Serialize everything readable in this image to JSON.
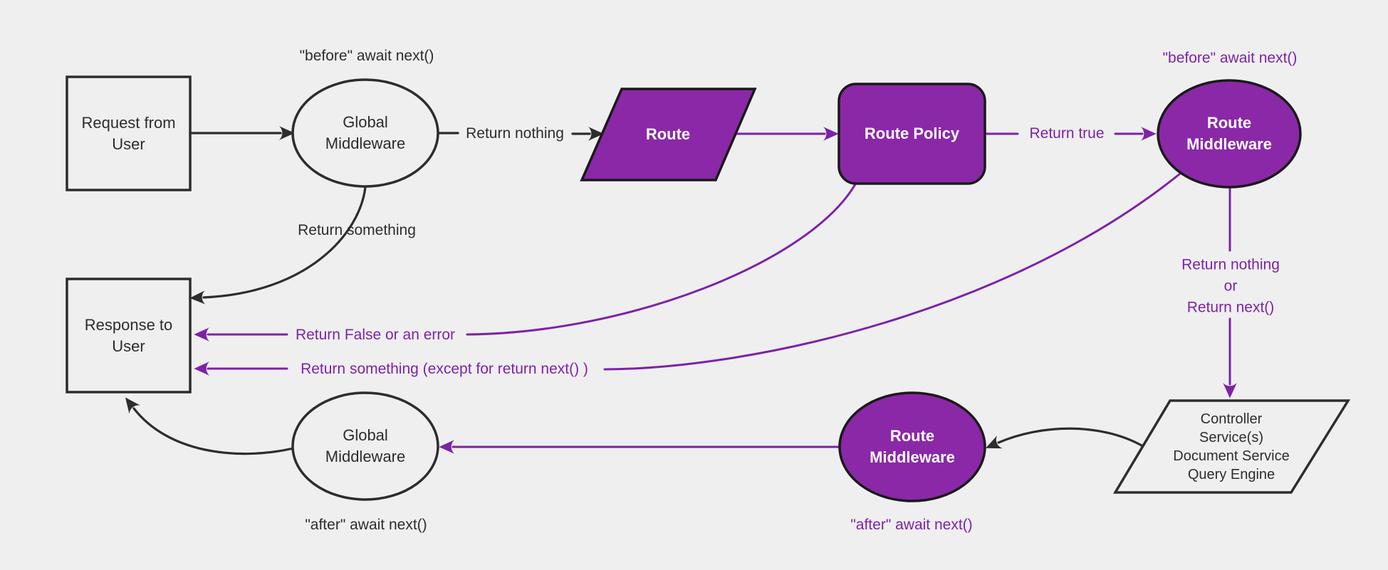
{
  "colors": {
    "bg": "#efefef",
    "ink": "#2d2d2d",
    "purple_fill": "#8a28a8",
    "purple_line": "#7d22a8",
    "node_stroke": "#1a1a1a",
    "white": "#ffffff"
  },
  "nodes": {
    "request": "Request from\nUser",
    "global_middleware_top": "Global\nMiddleware",
    "route": "Route",
    "route_policy": "Route Policy",
    "route_middleware_top": "Route\nMiddleware",
    "response": "Response to\nUser",
    "route_middleware_bottom": "Route\nMiddleware",
    "global_middleware_bottom": "Global\nMiddleware",
    "controller": "Controller\nService(s)\nDocument Service\nQuery Engine"
  },
  "edge_labels": {
    "before_top": "\"before\" await next()",
    "return_nothing_top": "Return nothing",
    "return_true": "Return true",
    "before_right": "\"before\" await next()",
    "return_something": "Return something",
    "return_false": "Return False or an error",
    "return_something_except": "Return something (except for return next() )",
    "return_nothing_or_next": "Return nothing\nor\nReturn next()",
    "after_left": "\"after\" await next()",
    "after_right": "\"after\" await next()"
  }
}
